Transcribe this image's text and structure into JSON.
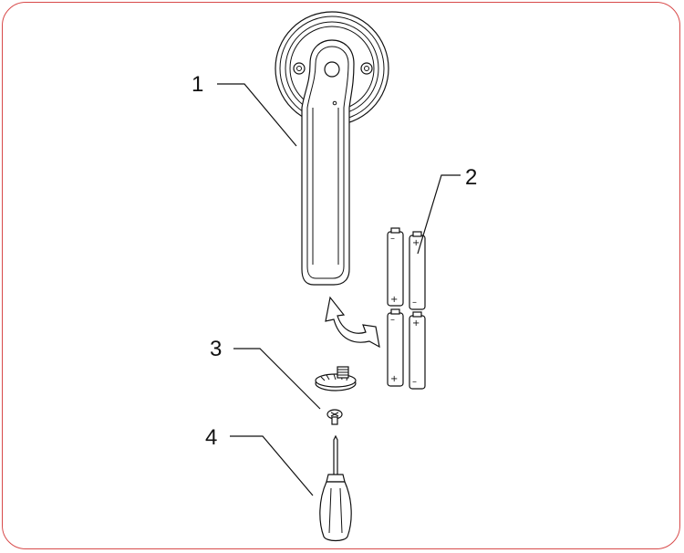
{
  "callouts": [
    {
      "id": "1",
      "label": "1",
      "part": "handle"
    },
    {
      "id": "2",
      "label": "2",
      "part": "batteries"
    },
    {
      "id": "3",
      "label": "3",
      "part": "battery-cap"
    },
    {
      "id": "4",
      "label": "4",
      "part": "screwdriver"
    }
  ],
  "battery_signs": {
    "plus": "+",
    "minus": "–"
  },
  "colors": {
    "frame": "#d84a4a",
    "line": "#111111"
  }
}
